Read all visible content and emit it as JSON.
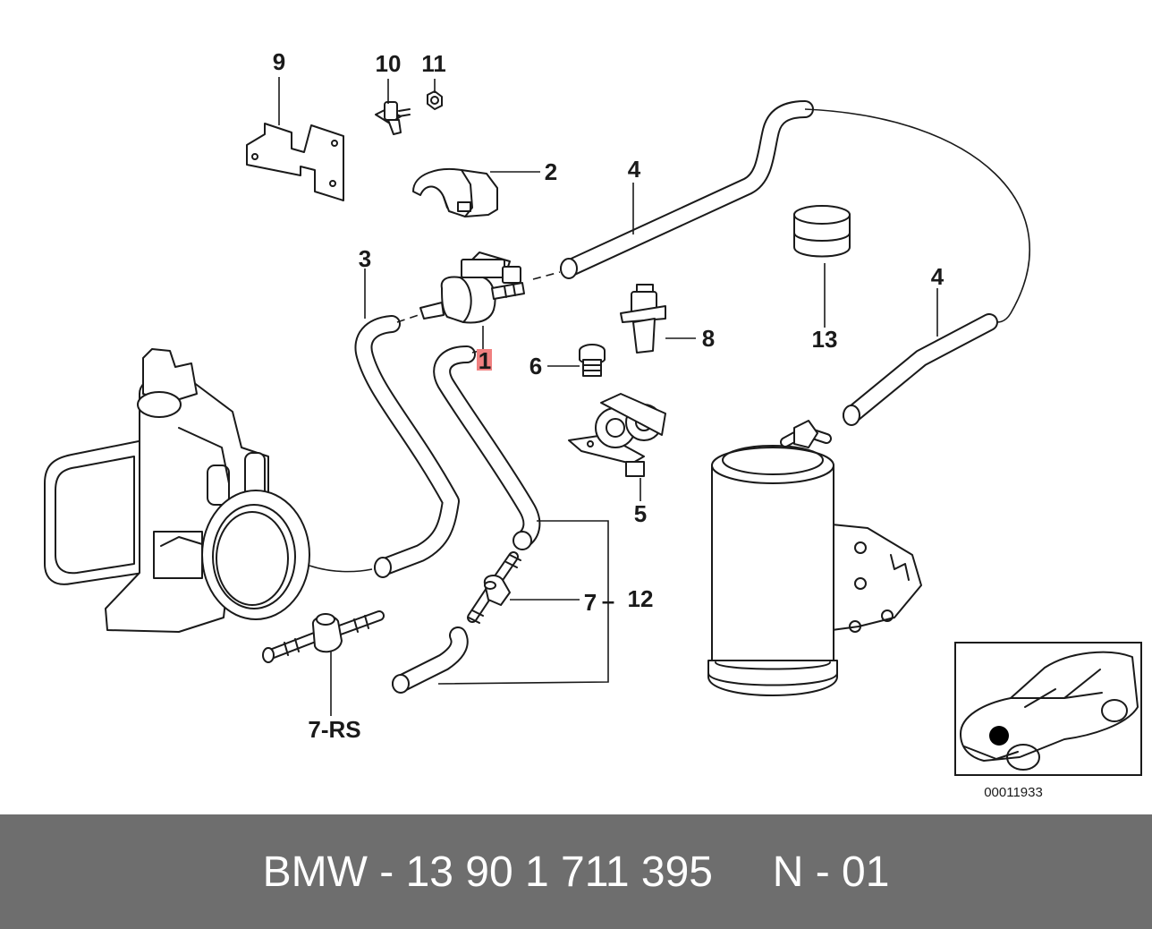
{
  "labels": {
    "p1": "1",
    "p2": "2",
    "p3": "3",
    "p4a": "4",
    "p4b": "4",
    "p5": "5",
    "p6": "6",
    "p7": "7",
    "p8": "8",
    "p9": "9",
    "p10": "10",
    "p11": "11",
    "p12": "12",
    "p13": "13",
    "p7rs": "7-RS",
    "dash_7_12": "–"
  },
  "diagram_number": "00011933",
  "footer": {
    "brand": "BMW",
    "separator": " - ",
    "part_number": "13 90 1 711 395",
    "gap": "     ",
    "code": "N - 01"
  },
  "colors": {
    "highlight": "#f08080",
    "footer_bg": "#6e6e6e",
    "line": "#1a1a1a"
  }
}
